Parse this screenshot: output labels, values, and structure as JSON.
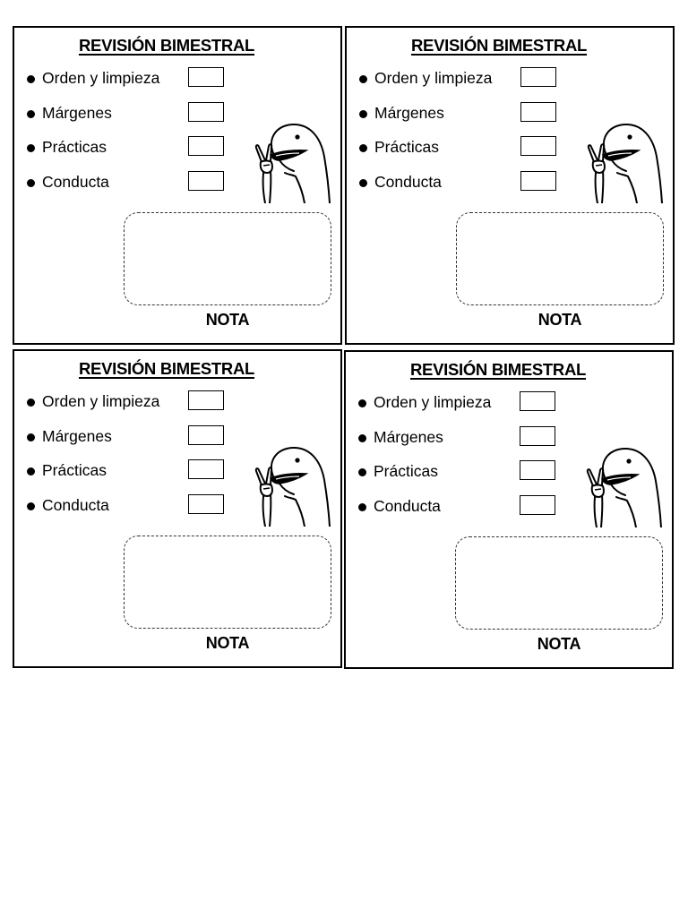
{
  "cards": [
    {
      "title": "REVISIÓN BIMESTRAL",
      "criteria": [
        {
          "label": "Orden y limpieza",
          "score": ""
        },
        {
          "label": "Márgenes",
          "score": ""
        },
        {
          "label": "Prácticas",
          "score": ""
        },
        {
          "label": "Conducta",
          "score": ""
        }
      ],
      "grade_label": "NOTA",
      "grade_value": ""
    },
    {
      "title": "REVISIÓN BIMESTRAL",
      "criteria": [
        {
          "label": "Orden y limpieza",
          "score": ""
        },
        {
          "label": "Márgenes",
          "score": ""
        },
        {
          "label": "Prácticas",
          "score": ""
        },
        {
          "label": "Conducta",
          "score": ""
        }
      ],
      "grade_label": "NOTA",
      "grade_value": ""
    },
    {
      "title": "REVISIÓN BIMESTRAL",
      "criteria": [
        {
          "label": "Orden y limpieza",
          "score": ""
        },
        {
          "label": "Márgenes",
          "score": ""
        },
        {
          "label": "Prácticas",
          "score": ""
        },
        {
          "label": "Conducta",
          "score": ""
        }
      ],
      "grade_label": "NOTA",
      "grade_value": ""
    },
    {
      "title": "REVISIÓN BIMESTRAL",
      "criteria": [
        {
          "label": "Orden y limpieza",
          "score": ""
        },
        {
          "label": "Márgenes",
          "score": ""
        },
        {
          "label": "Prácticas",
          "score": ""
        },
        {
          "label": "Conducta",
          "score": ""
        }
      ],
      "grade_label": "NOTA",
      "grade_value": ""
    }
  ],
  "mascot_icon": "flork-peace-sign-icon"
}
